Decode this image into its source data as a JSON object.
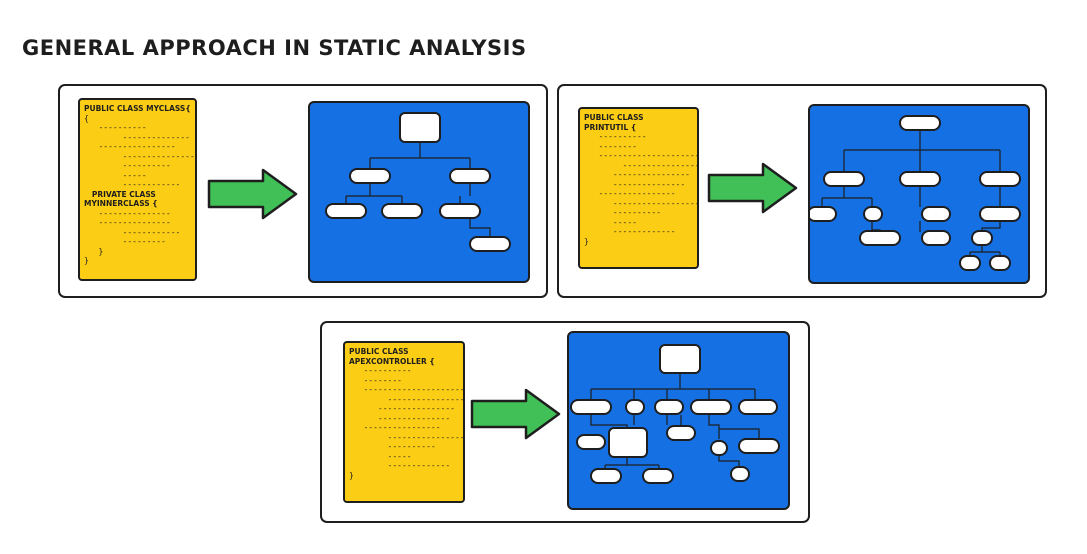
{
  "title": "GENERAL APPROACH IN STATIC ANALYSIS",
  "colors": {
    "code_bg": "#fccd15",
    "tree_bg": "#1570e3",
    "arrow": "#40c057",
    "node": "#ffffff",
    "stroke": "#1e1e1e"
  },
  "panels": [
    {
      "code_lines": [
        "PUBLIC CLASS MYCLASS{",
        "{",
        "   ----------",
        "        --------------",
        "   ----------------",
        "        ---------------------",
        "        ----------",
        "        -----",
        "        ------------",
        "   PRIVATE CLASS",
        "MYINNERCLASS {",
        "   ---------------",
        "   ---------------",
        "        ------------",
        "        ---------",
        "   }",
        "}"
      ],
      "arrow_icon": "right-arrow-icon"
    },
    {
      "code_lines": [
        "PUBLIC CLASS",
        "PRINTUTIL {",
        "   ----------",
        "   --------",
        "   --------------------------",
        "        ---------------------",
        "      ----------------",
        "      ---------------",
        "   ----------------",
        "      ---------------------",
        "      ----------",
        "      -----",
        "      -------------",
        "}"
      ],
      "arrow_icon": "right-arrow-icon"
    },
    {
      "code_lines": [
        "PUBLIC CLASS",
        "APEXCONTROLLER {",
        "   ----------",
        "   --------",
        "   --------------------------",
        "        ---------------------",
        "      ----------------",
        "      ---------------",
        "   ----------------",
        "        ---------------------",
        "        ----------",
        "        -----",
        "        -------------",
        "}"
      ],
      "arrow_icon": "right-arrow-icon"
    }
  ]
}
